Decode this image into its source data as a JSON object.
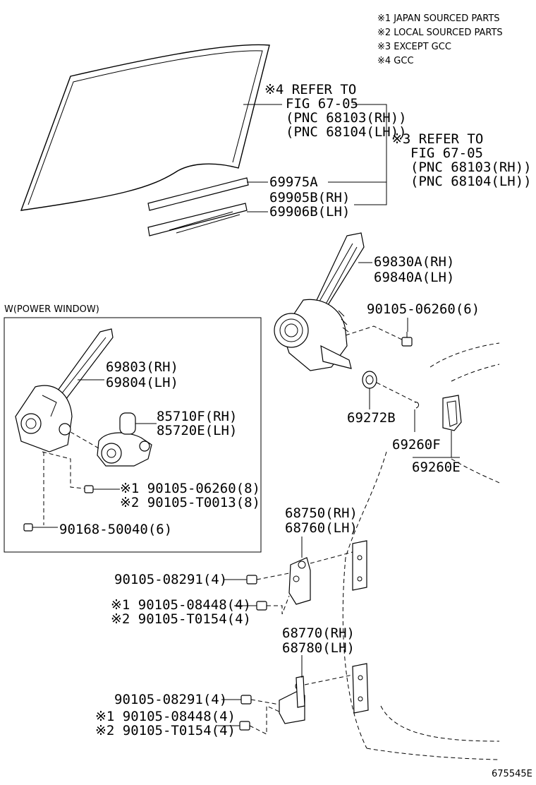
{
  "legend": [
    "※1 JAPAN SOURCED PARTS",
    "※2 LOCAL SOURCED PARTS",
    "※3 EXCEPT GCC",
    "※4 GCC"
  ],
  "refer4": [
    "※4 REFER TO",
    "FIG 67-05",
    "(PNC 68103(RH))",
    "(PNC 68104(LH))"
  ],
  "refer3": [
    "※3 REFER TO",
    "FIG 67-05",
    "(PNC 68103(RH))",
    "(PNC 68104(LH))"
  ],
  "labels": {
    "p69975A": "69975A",
    "p69905B": "69905B(RH)",
    "p69906B": "69906B(LH)",
    "p69830A": "69830A(RH)",
    "p69840A": "69840A(LH)",
    "p90105_06260_6": "90105-06260(6)",
    "p69272B": "69272B",
    "p69260F": "69260F",
    "p69260E": "69260E",
    "p68750": "68750(RH)",
    "p68760": "68760(LH)",
    "p90105_08291_a": "90105-08291(4)",
    "p90105_08448_a": "※1 90105-08448(4)",
    "p90105_T0154_a": "※2 90105-T0154(4)",
    "p68770": "68770(RH)",
    "p68780": "68780(LH)",
    "p90105_08291_b": "90105-08291(4)",
    "p90105_08448_b": "※1 90105-08448(4)",
    "p90105_T0154_b": "※2 90105-T0154(4)"
  },
  "inset": {
    "title": "W(POWER WINDOW)",
    "p69803": "69803(RH)",
    "p69804": "69804(LH)",
    "p85710F": "85710F(RH)",
    "p85720E": "85720E(LH)",
    "p90105_06260_8": "※1 90105-06260(8)",
    "p90105_T0013_8": "※2 90105-T0013(8)",
    "p90168_50040": "90168-50040(6)"
  },
  "figure_id": "675545E"
}
